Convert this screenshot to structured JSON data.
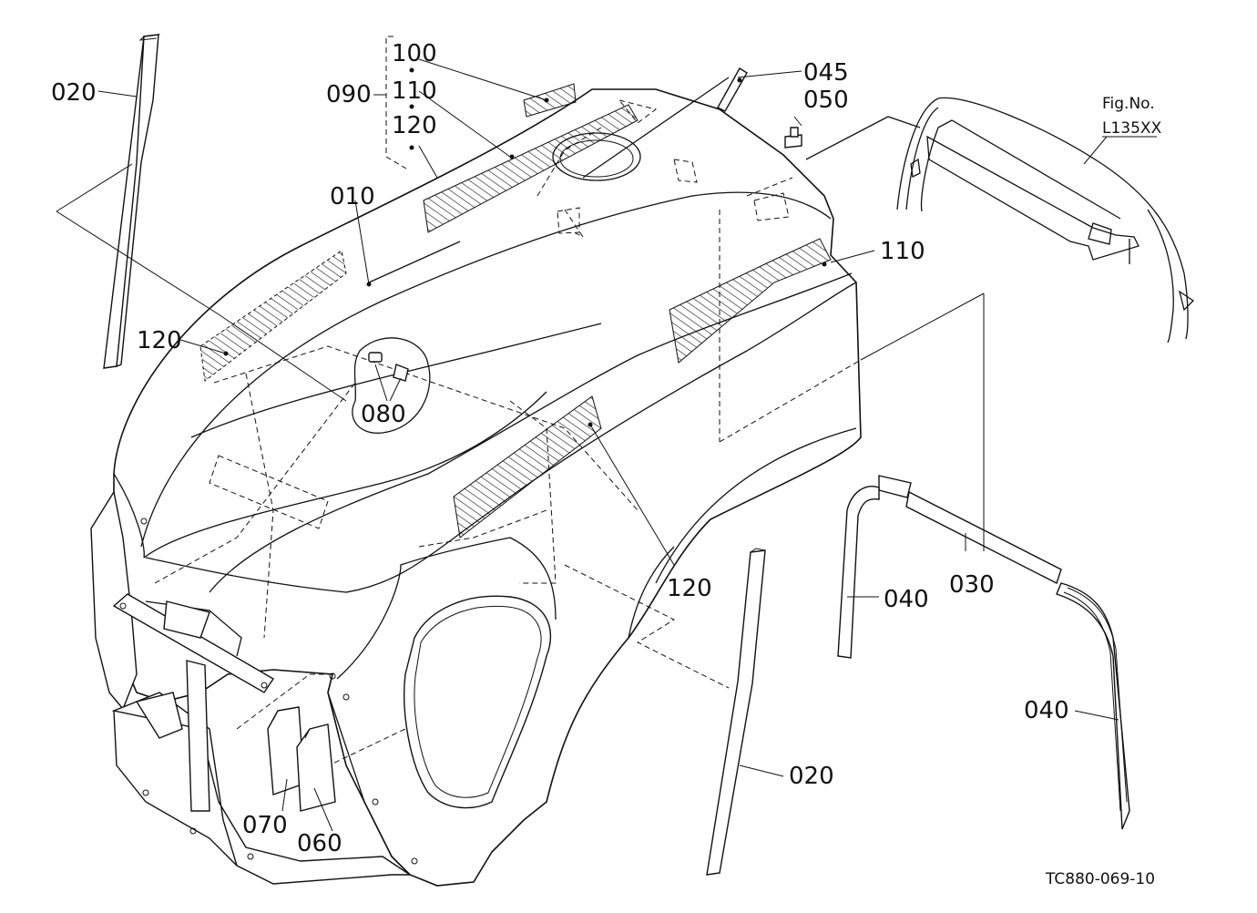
{
  "figure": {
    "fig_no_label": "Fig.No.",
    "fig_no_value": "L135XX",
    "drawing_code": "TC880-069-10"
  },
  "callouts": {
    "c020_top": "020",
    "c020_bottom": "020",
    "c090": "090",
    "c100": "100",
    "c110_stack": "110",
    "c120_stack": "120",
    "c045": "045",
    "c050": "050",
    "c010": "010",
    "c110_right": "110",
    "c120_left": "120",
    "c080": "080",
    "c120_lower": "120",
    "c040_left": "040",
    "c030": "030",
    "c040_right": "040",
    "c070": "070",
    "c060": "060"
  }
}
